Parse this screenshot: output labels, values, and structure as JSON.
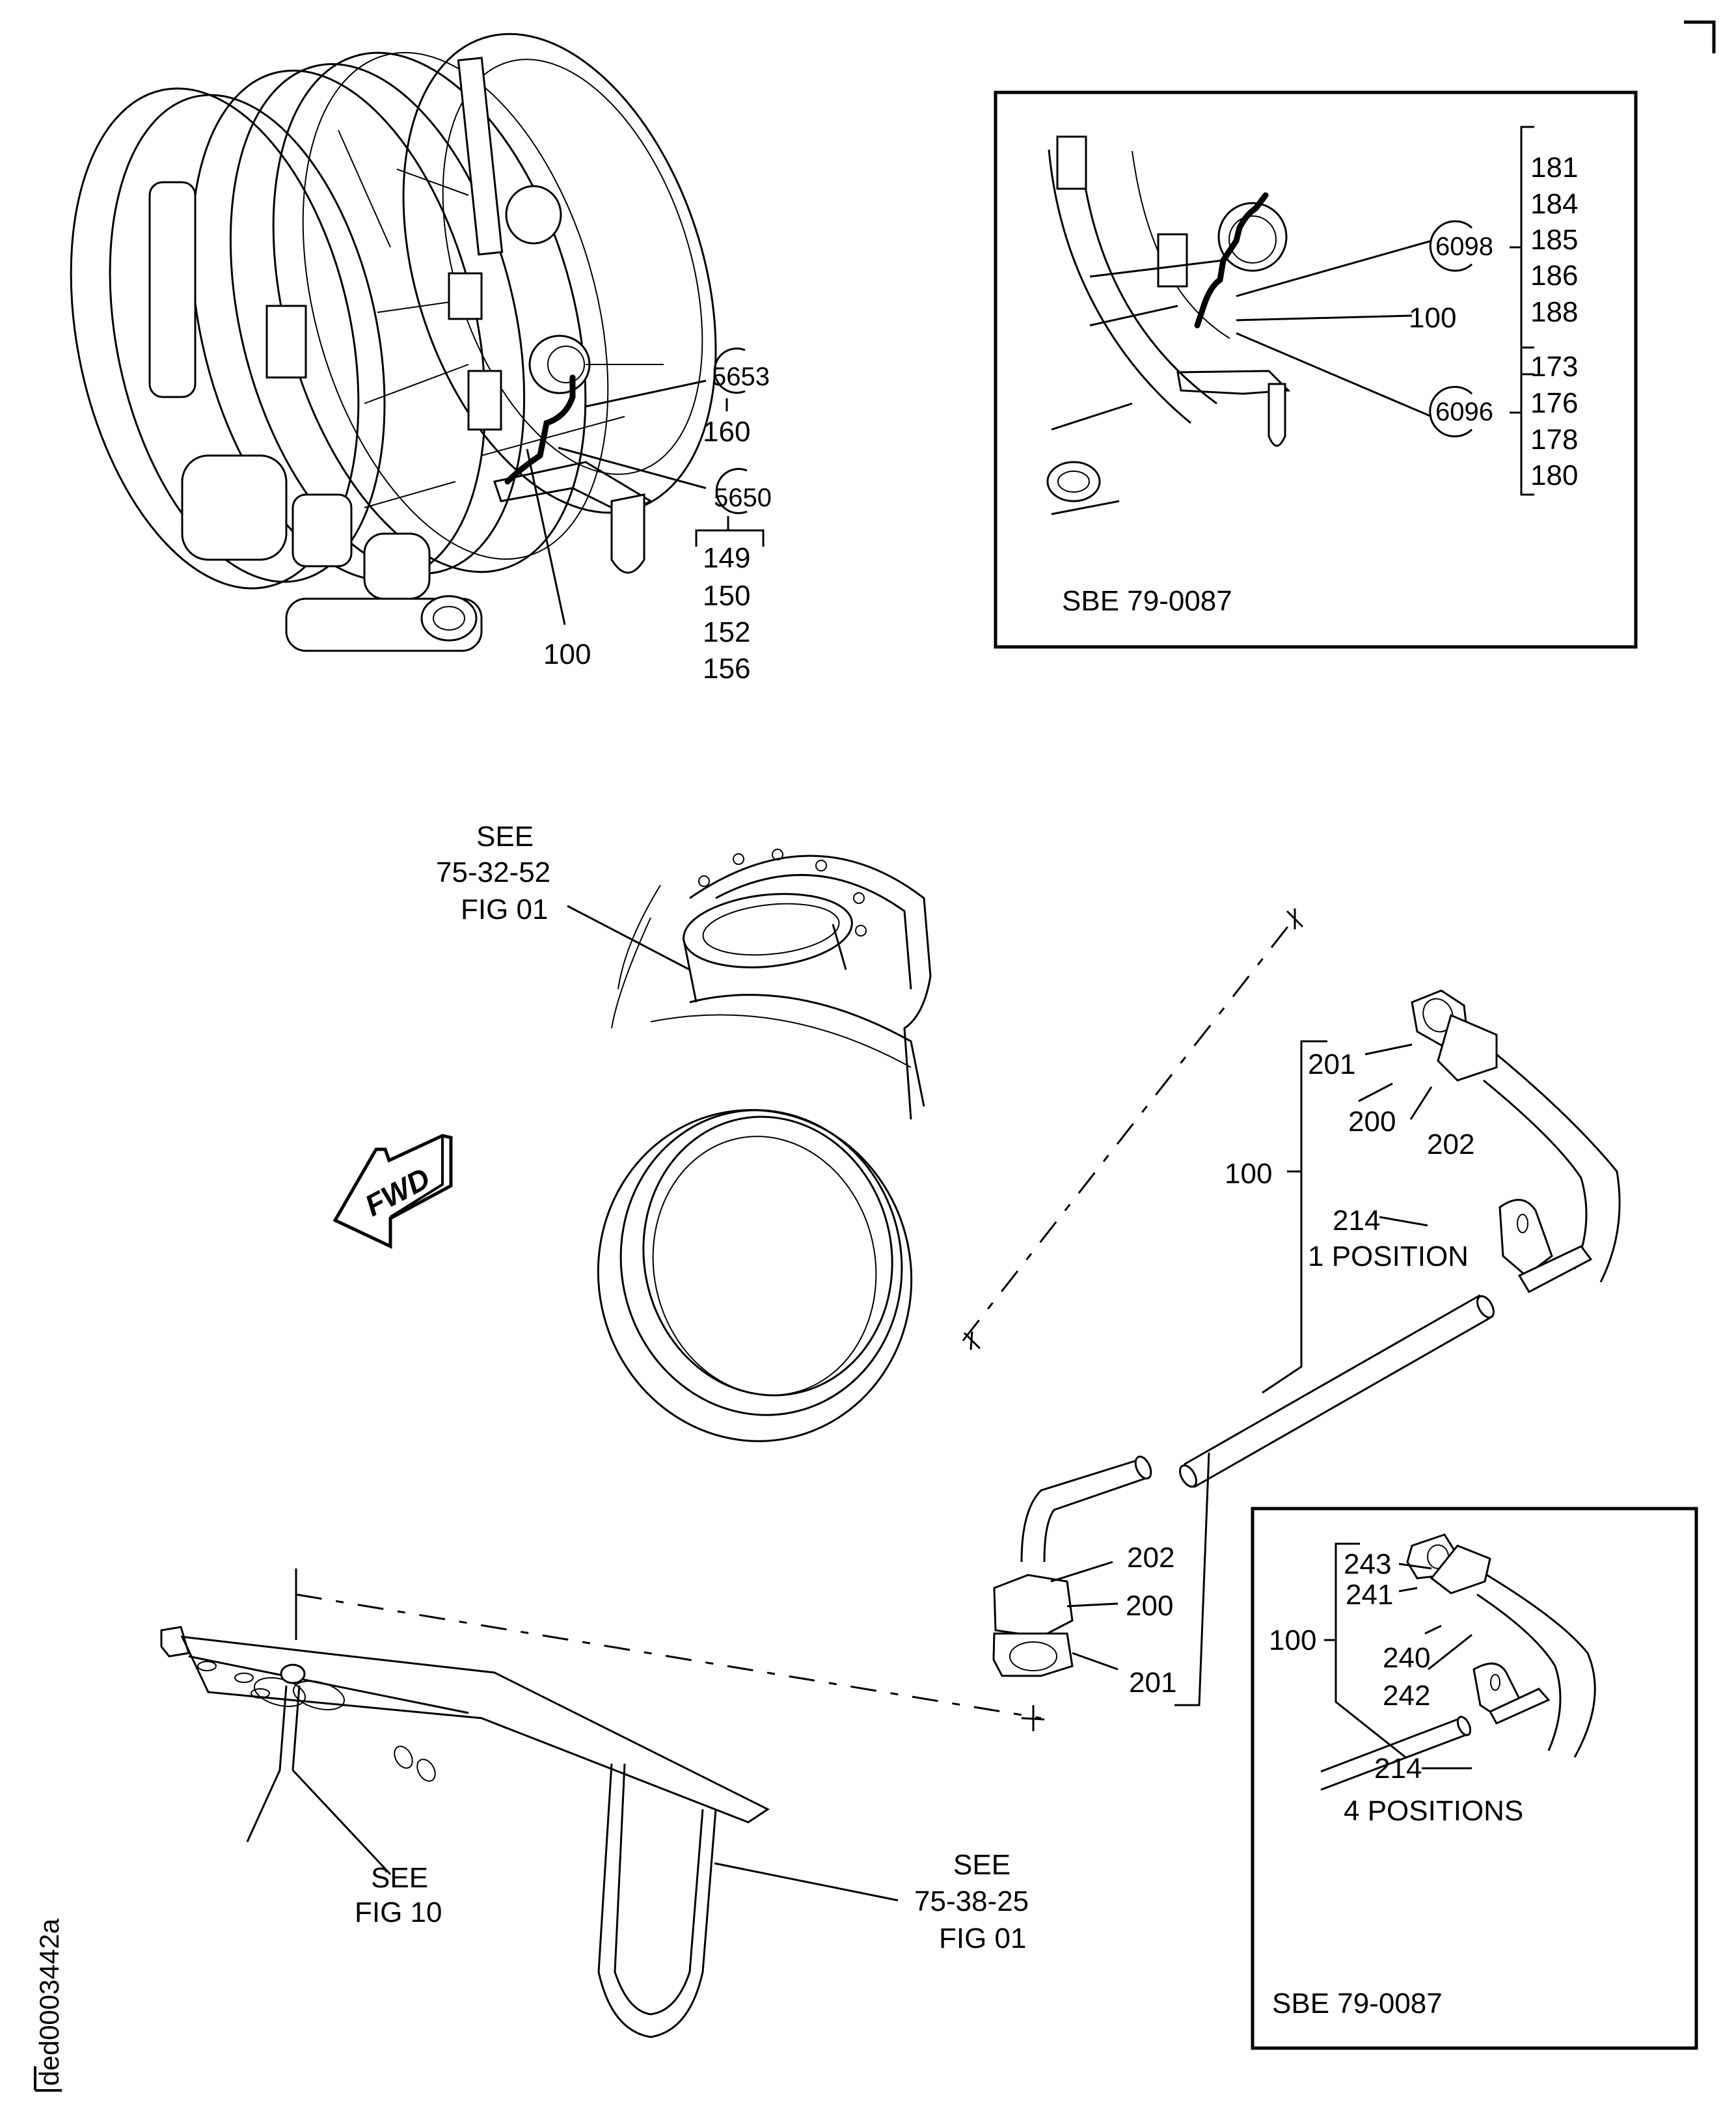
{
  "figure_id": "ded0003442a",
  "engine_view": {
    "callouts": {
      "bubble_a": "5653",
      "bubble_a_item": "160",
      "bubble_b": "5650",
      "bubble_b_items": [
        "149",
        "150",
        "152",
        "156"
      ],
      "tube": "100"
    }
  },
  "inset_top": {
    "caption": "SBE 79-0087",
    "callouts": {
      "bubble_a": "6098",
      "bubble_a_items": [
        "181",
        "184",
        "185",
        "186",
        "188"
      ],
      "bubble_b": "6096",
      "bubble_b_items": [
        "173",
        "176",
        "178",
        "180"
      ],
      "tube": "100"
    }
  },
  "duct": {
    "reference": [
      "SEE",
      "75-32-52",
      "FIG 01"
    ]
  },
  "fwd_arrow": {
    "label": "FWD"
  },
  "tube_assembly": {
    "assembly": "100",
    "upper_fitting": {
      "nut": "201",
      "sleeve": "200",
      "tube": "202"
    },
    "clamp": {
      "item": "214",
      "note": "1 POSITION"
    },
    "lower_fitting": {
      "tube": "202",
      "sleeve": "200",
      "nut": "201"
    }
  },
  "bracket": {
    "left_reference": [
      "SEE",
      "FIG 10"
    ],
    "right_reference": [
      "SEE",
      "75-38-25",
      "FIG 01"
    ]
  },
  "inset_bottom": {
    "caption": "SBE 79-0087",
    "assembly": "100",
    "items": {
      "a": "243",
      "b": "241",
      "c": "240",
      "d": "242"
    },
    "clamp": {
      "item": "214",
      "note": "4 POSITIONS"
    }
  }
}
